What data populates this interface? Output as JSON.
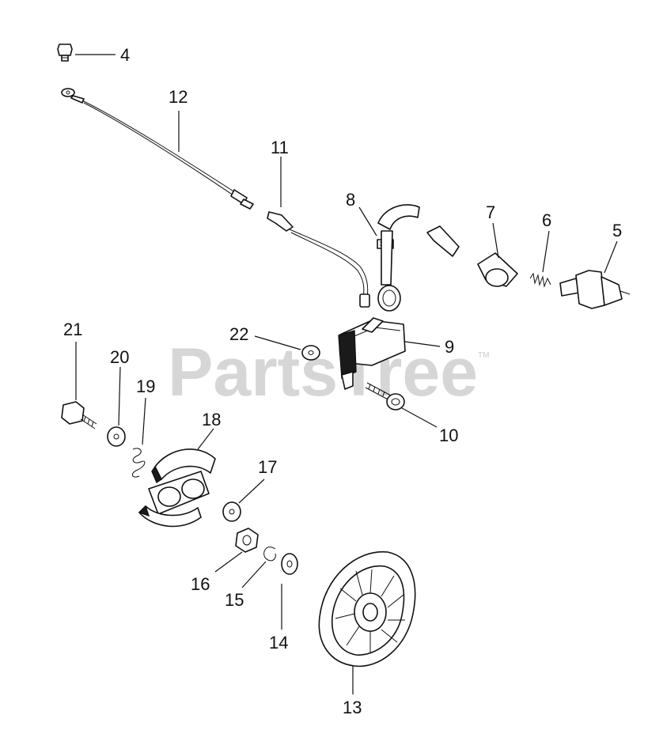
{
  "watermark": {
    "text": "PartsTree",
    "trademark": "TM"
  },
  "callouts": {
    "c4": "4",
    "c5": "5",
    "c6": "6",
    "c7": "7",
    "c8": "8",
    "c9": "9",
    "c10": "10",
    "c11": "11",
    "c12": "12",
    "c13": "13",
    "c14": "14",
    "c15": "15",
    "c16": "16",
    "c17": "17",
    "c18": "18",
    "c19": "19",
    "c20": "20",
    "c21": "21",
    "c22": "22"
  }
}
